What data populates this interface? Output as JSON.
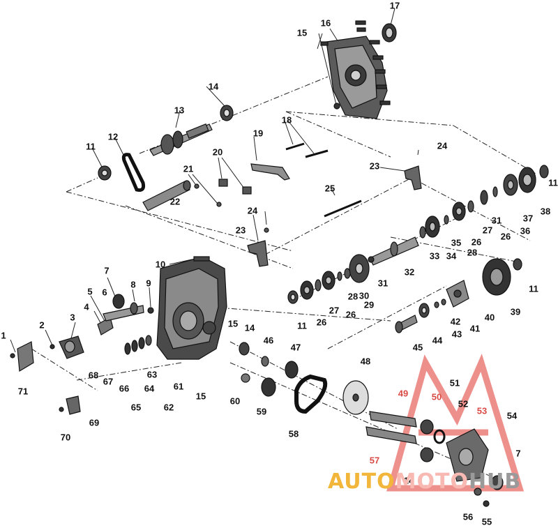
{
  "diagram": {
    "callouts": [
      {
        "id": "1",
        "label": "1"
      },
      {
        "id": "2",
        "label": "2"
      },
      {
        "id": "3",
        "label": "3"
      },
      {
        "id": "4",
        "label": "4"
      },
      {
        "id": "5",
        "label": "5"
      },
      {
        "id": "6",
        "label": "6"
      },
      {
        "id": "7a",
        "label": "7"
      },
      {
        "id": "8",
        "label": "8"
      },
      {
        "id": "9",
        "label": "9"
      },
      {
        "id": "10",
        "label": "10"
      },
      {
        "id": "11a",
        "label": "11"
      },
      {
        "id": "11b",
        "label": "11"
      },
      {
        "id": "11c",
        "label": "11"
      },
      {
        "id": "11d",
        "label": "11"
      },
      {
        "id": "12",
        "label": "12"
      },
      {
        "id": "13",
        "label": "13"
      },
      {
        "id": "14a",
        "label": "14"
      },
      {
        "id": "14b",
        "label": "14"
      },
      {
        "id": "14c",
        "label": "14"
      },
      {
        "id": "15a",
        "label": "15"
      },
      {
        "id": "15b",
        "label": "15"
      },
      {
        "id": "15c",
        "label": "15"
      },
      {
        "id": "16",
        "label": "16"
      },
      {
        "id": "17",
        "label": "17"
      },
      {
        "id": "18",
        "label": "18"
      },
      {
        "id": "19",
        "label": "19"
      },
      {
        "id": "20",
        "label": "20"
      },
      {
        "id": "21",
        "label": "21"
      },
      {
        "id": "22",
        "label": "22"
      },
      {
        "id": "23a",
        "label": "23"
      },
      {
        "id": "23b",
        "label": "23"
      },
      {
        "id": "24a",
        "label": "24"
      },
      {
        "id": "24b",
        "label": "24"
      },
      {
        "id": "25",
        "label": "25"
      },
      {
        "id": "26a",
        "label": "26"
      },
      {
        "id": "26b",
        "label": "26"
      },
      {
        "id": "26c",
        "label": "26"
      },
      {
        "id": "26d",
        "label": "26"
      },
      {
        "id": "27a",
        "label": "27"
      },
      {
        "id": "27b",
        "label": "27"
      },
      {
        "id": "28a",
        "label": "28"
      },
      {
        "id": "28b",
        "label": "28"
      },
      {
        "id": "29",
        "label": "29"
      },
      {
        "id": "30",
        "label": "30"
      },
      {
        "id": "31a",
        "label": "31"
      },
      {
        "id": "31b",
        "label": "31"
      },
      {
        "id": "32",
        "label": "32"
      },
      {
        "id": "33",
        "label": "33"
      },
      {
        "id": "34",
        "label": "34"
      },
      {
        "id": "35",
        "label": "35"
      },
      {
        "id": "36",
        "label": "36"
      },
      {
        "id": "37",
        "label": "37"
      },
      {
        "id": "38",
        "label": "38"
      },
      {
        "id": "39",
        "label": "39"
      },
      {
        "id": "40",
        "label": "40"
      },
      {
        "id": "41",
        "label": "41"
      },
      {
        "id": "42",
        "label": "42"
      },
      {
        "id": "43",
        "label": "43"
      },
      {
        "id": "44",
        "label": "44"
      },
      {
        "id": "45",
        "label": "45"
      },
      {
        "id": "46",
        "label": "46"
      },
      {
        "id": "47",
        "label": "47"
      },
      {
        "id": "48",
        "label": "48"
      },
      {
        "id": "49",
        "label": "49"
      },
      {
        "id": "50",
        "label": "50"
      },
      {
        "id": "51",
        "label": "51"
      },
      {
        "id": "52",
        "label": "52"
      },
      {
        "id": "53",
        "label": "53"
      },
      {
        "id": "54",
        "label": "54"
      },
      {
        "id": "55",
        "label": "55"
      },
      {
        "id": "56",
        "label": "56"
      },
      {
        "id": "57",
        "label": "57"
      },
      {
        "id": "58",
        "label": "58"
      },
      {
        "id": "59",
        "label": "59"
      },
      {
        "id": "60",
        "label": "60"
      },
      {
        "id": "61",
        "label": "61"
      },
      {
        "id": "62",
        "label": "62"
      },
      {
        "id": "63",
        "label": "63"
      },
      {
        "id": "64",
        "label": "64"
      },
      {
        "id": "65",
        "label": "65"
      },
      {
        "id": "66",
        "label": "66"
      },
      {
        "id": "67",
        "label": "67"
      },
      {
        "id": "68",
        "label": "68"
      },
      {
        "id": "69",
        "label": "69"
      },
      {
        "id": "70",
        "label": "70"
      },
      {
        "id": "71",
        "label": "71"
      },
      {
        "id": "7b",
        "label": "7"
      }
    ]
  },
  "watermark": {
    "part1": "AUTO",
    "part2": "MOTO",
    "part3": "HUB",
    "colors": {
      "part1": "#f2b63a",
      "part2": "#f7b9b2",
      "part3": "#9a9a9a",
      "logo": "#e0342e"
    }
  }
}
